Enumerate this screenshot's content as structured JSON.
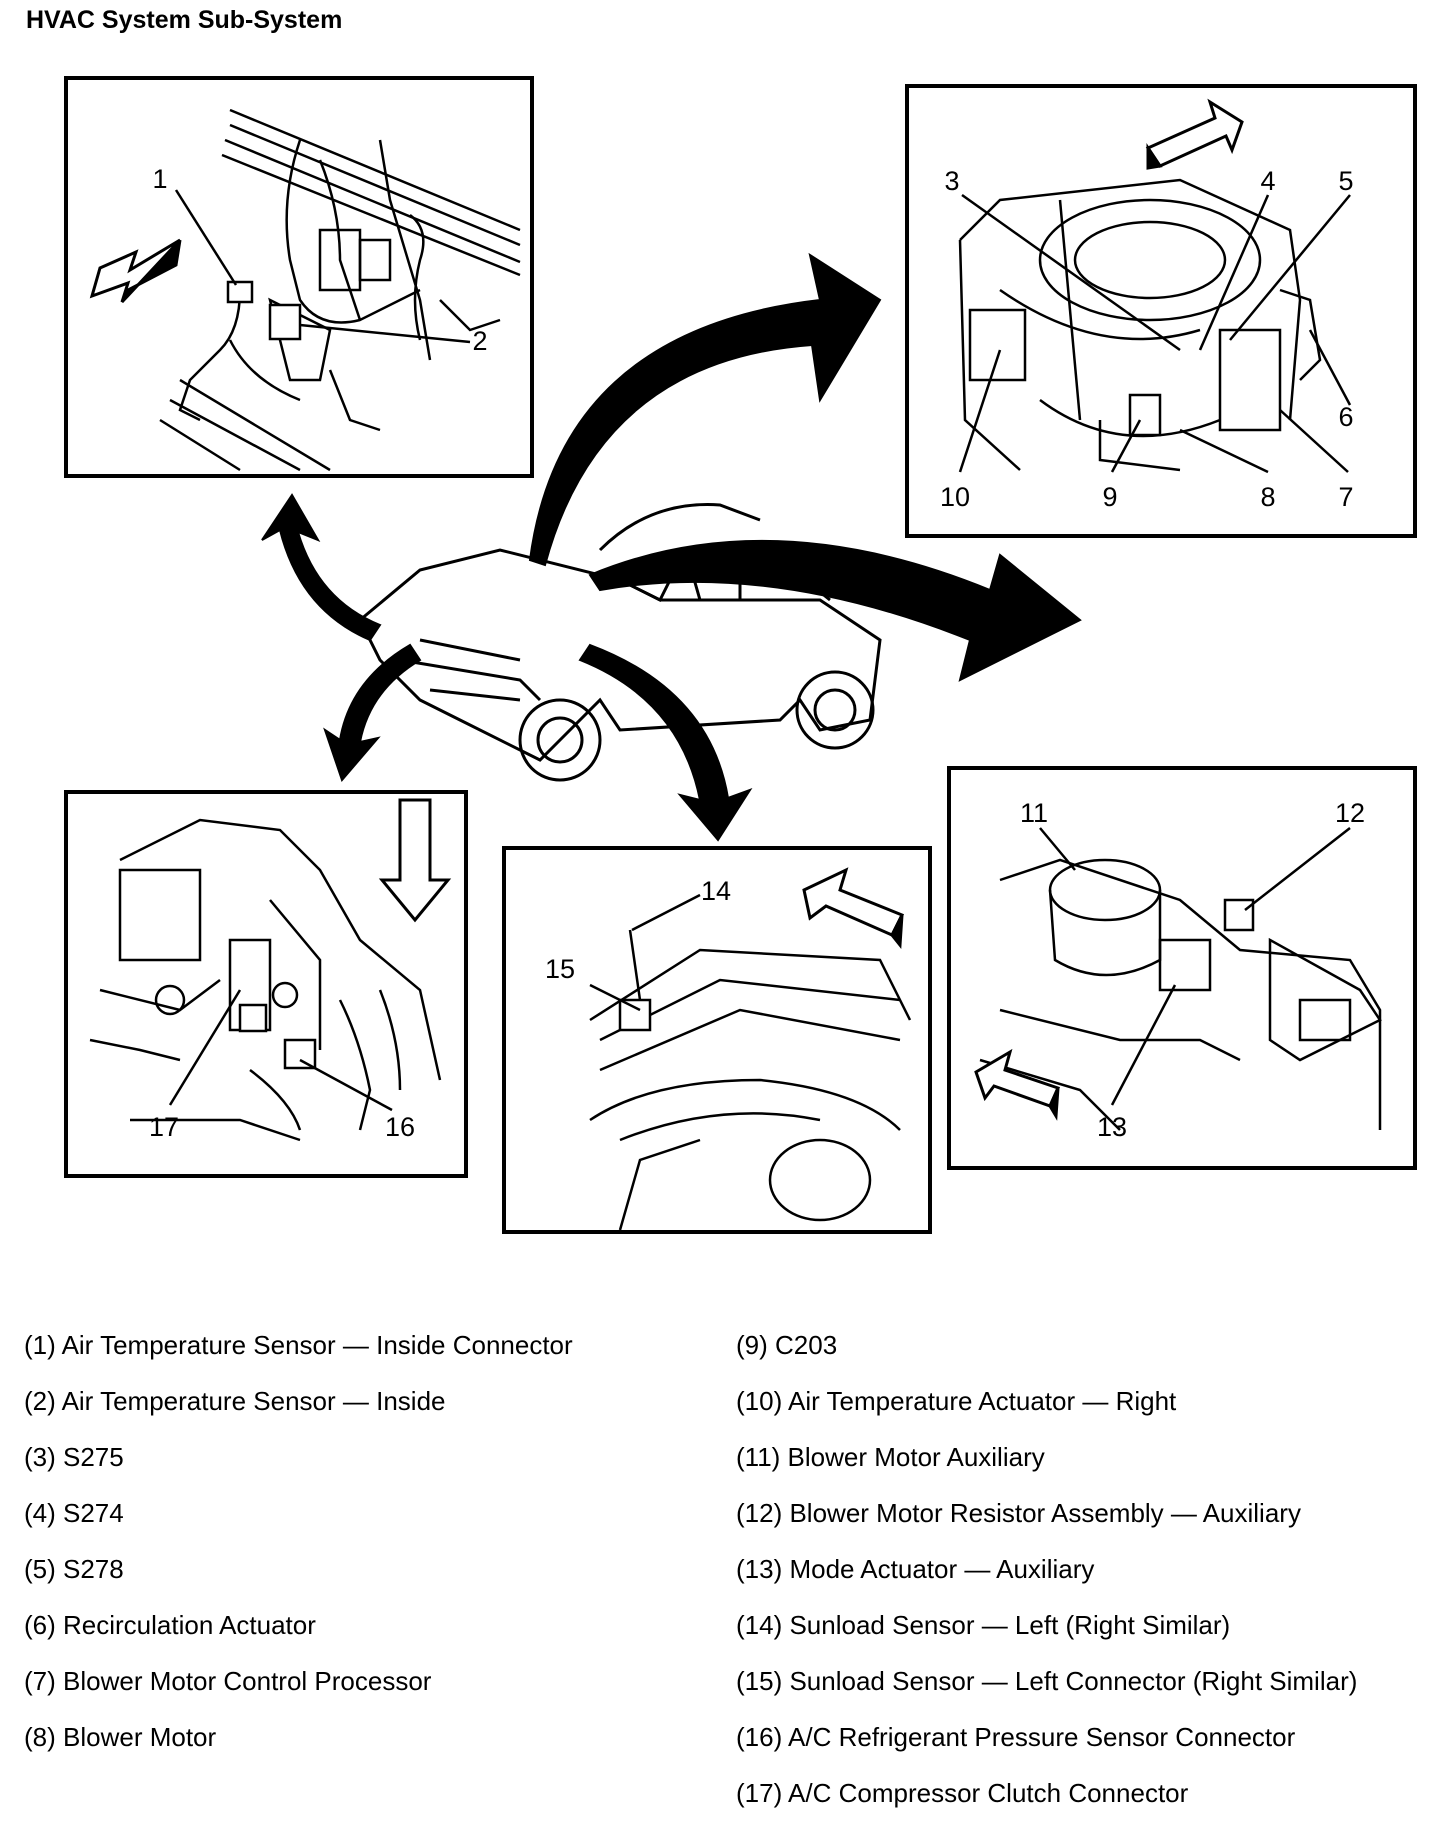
{
  "title": "HVAC System Sub-System",
  "callouts": {
    "c1": "1",
    "c2": "2",
    "c3": "3",
    "c4": "4",
    "c5": "5",
    "c6": "6",
    "c7": "7",
    "c8": "8",
    "c9": "9",
    "c10": "10",
    "c11": "11",
    "c12": "12",
    "c13": "13",
    "c14": "14",
    "c15": "15",
    "c16": "16",
    "c17": "17"
  },
  "legend": {
    "left": [
      "(1) Air Temperature Sensor — Inside Connector",
      "(2) Air Temperature Sensor — Inside",
      "(3) S275",
      "(4) S274",
      "(5) S278",
      "(6) Recirculation Actuator",
      "(7) Blower Motor Control Processor",
      "(8) Blower Motor"
    ],
    "right": [
      "(9) C203",
      "(10) Air Temperature Actuator — Right",
      "(11) Blower Motor Auxiliary",
      "(12) Blower Motor Resistor Assembly — Auxiliary",
      "(13) Mode Actuator — Auxiliary",
      "(14) Sunload Sensor — Left (Right Similar)",
      "(15) Sunload Sensor — Left Connector (Right Similar)",
      "(16) A/C Refrigerant Pressure Sensor Connector",
      "(17) A/C Compressor Clutch Connector"
    ]
  }
}
